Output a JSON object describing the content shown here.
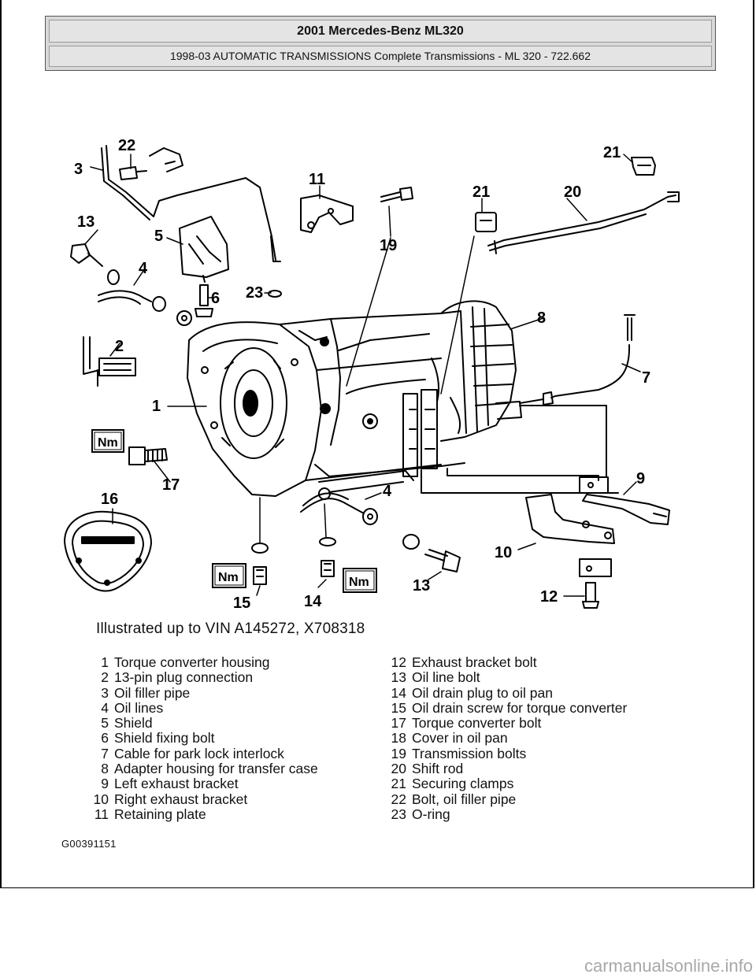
{
  "header": {
    "title": "2001 Mercedes-Benz ML320",
    "subtitle": "1998-03 AUTOMATIC TRANSMISSIONS Complete Transmissions - ML 320 - 722.662"
  },
  "diagram": {
    "callouts": [
      "1",
      "2",
      "3",
      "4",
      "4",
      "5",
      "6",
      "7",
      "8",
      "9",
      "10",
      "11",
      "12",
      "13",
      "13",
      "14",
      "15",
      "16",
      "17",
      "19",
      "20",
      "21",
      "21",
      "22",
      "23"
    ],
    "torque_badge": "Nm"
  },
  "caption": "Illustrated up to VIN A145272, X708318",
  "legend_left": [
    {
      "num": "1",
      "text": "Torque converter housing"
    },
    {
      "num": "2",
      "text": "13-pin plug connection"
    },
    {
      "num": "3",
      "text": "Oil filler pipe"
    },
    {
      "num": "4",
      "text": "Oil lines"
    },
    {
      "num": "5",
      "text": "Shield"
    },
    {
      "num": "6",
      "text": "Shield fixing bolt"
    },
    {
      "num": "7",
      "text": "Cable for park lock interlock"
    },
    {
      "num": "8",
      "text": "Adapter housing for transfer case"
    },
    {
      "num": "9",
      "text": "Left exhaust bracket"
    },
    {
      "num": "10",
      "text": "Right exhaust bracket"
    },
    {
      "num": "11",
      "text": "Retaining plate"
    }
  ],
  "legend_right": [
    {
      "num": "12",
      "text": "Exhaust bracket bolt"
    },
    {
      "num": "13",
      "text": "Oil line bolt"
    },
    {
      "num": "14",
      "text": "Oil drain plug to oil pan"
    },
    {
      "num": "15",
      "text": "Oil drain screw for torque converter"
    },
    {
      "num": "17",
      "text": "Torque converter bolt"
    },
    {
      "num": "18",
      "text": "Cover in oil pan"
    },
    {
      "num": "19",
      "text": "Transmission bolts"
    },
    {
      "num": "20",
      "text": "Shift rod"
    },
    {
      "num": "21",
      "text": "Securing clamps"
    },
    {
      "num": "22",
      "text": "Bolt, oil filler pipe"
    },
    {
      "num": "23",
      "text": "O-ring"
    }
  ],
  "figure_id": "G00391151",
  "watermark": "carmanualsonline.info"
}
